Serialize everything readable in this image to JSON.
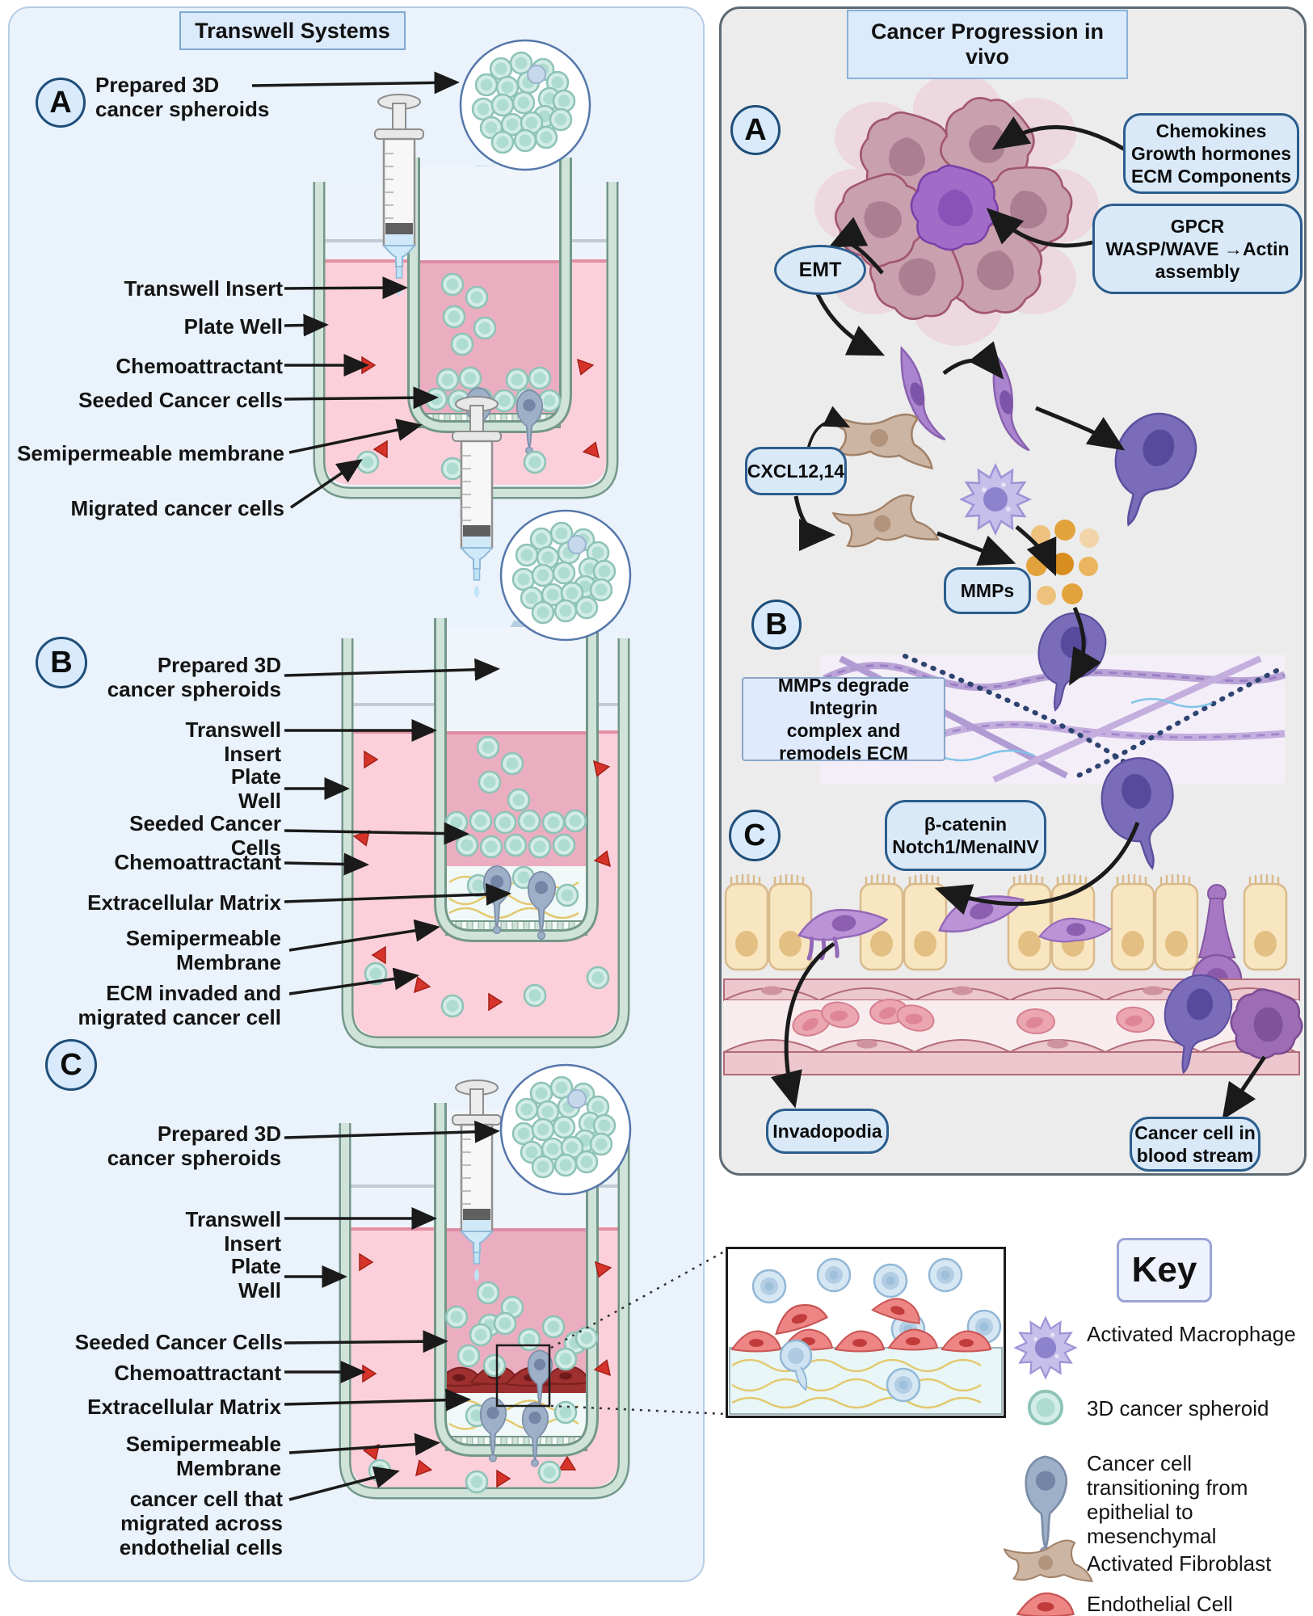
{
  "left_panel": {
    "title": "Transwell Systems",
    "badges": {
      "a": "A",
      "b": "B",
      "c": "C"
    },
    "a": {
      "spheroids1": "Prepared 3D",
      "spheroids2": "cancer spheroids",
      "insert": "Transwell Insert",
      "plate": "Plate Well",
      "chemo": "Chemoattractant",
      "seeded": "Seeded Cancer cells",
      "membrane": "Semipermeable membrane",
      "migrated": "Migrated cancer cells"
    },
    "b": {
      "spheroids1": "Prepared 3D",
      "spheroids2": "cancer spheroids",
      "insert1": "Transwell",
      "insert2": "Insert",
      "plate1": "Plate",
      "plate2": "Well",
      "seeded1": "Seeded Cancer",
      "seeded2": "Cells",
      "chemo": "Chemoattractant",
      "ecm": "Extracellular Matrix",
      "membrane1": "Semipermeable",
      "membrane2": "Membrane",
      "invaded1": "ECM invaded and",
      "invaded2": "migrated cancer cell"
    },
    "c": {
      "spheroids1": "Prepared 3D",
      "spheroids2": "cancer spheroids",
      "insert1": "Transwell",
      "insert2": "Insert",
      "plate1": "Plate",
      "plate2": "Well",
      "seeded": "Seeded Cancer Cells",
      "chemo": "Chemoattractant",
      "ecm": "Extracellular Matrix",
      "membrane1": "Semipermeable",
      "membrane2": "Membrane",
      "migrated1": "cancer cell that",
      "migrated2": "migrated across",
      "migrated3": "endothelial cells"
    }
  },
  "right_panel": {
    "title": "Cancer  Progression in vivo",
    "badges": {
      "a": "A",
      "b": "B",
      "c": "C"
    },
    "boxes": {
      "chemokines": [
        "Chemokines",
        "Growth hormones",
        "ECM Components"
      ],
      "gpcr": [
        "GPCR",
        "WASP/WAVE →Actin",
        "assembly"
      ],
      "emt": "EMT",
      "cxcl": "CXCL12,14",
      "mmps": "MMPs",
      "mmps_degrade": [
        "MMPs degrade Integrin",
        "complex and remodels ECM"
      ],
      "bcatenin": [
        "β-catenin",
        "Notch1/MenaINV"
      ],
      "invadopodia": "Invadopodia",
      "cancer_blood": [
        "Cancer cell in",
        "blood stream"
      ]
    }
  },
  "key": {
    "title": "Key",
    "items": [
      {
        "icon": "activated-macrophage-icon",
        "label": "Activated Macrophage"
      },
      {
        "icon": "3d-cancer-spheroid-icon",
        "label": "3D cancer spheroid"
      },
      {
        "icon": "emt-transition-cell-icon",
        "label": "Cancer cell transitioning from epithelial to mesenchymal"
      },
      {
        "icon": "activated-fibroblast-icon",
        "label": "Activated Fibroblast"
      },
      {
        "icon": "endothelial-cell-icon",
        "label": "Endothelial Cell"
      }
    ]
  },
  "colors": {
    "left_panel_bg": "#eaf2fb",
    "right_panel_bg": "#ececec",
    "label_box_bg": "#d9e9f8",
    "label_box_border": "#2b5d8d",
    "media_outer": "#fbd0da",
    "media_inner": "#eaaec0",
    "well_mint": "#c7ded3",
    "spheroid_teal": "#d2ece6",
    "chemoattractant_red": "#d6342a",
    "purple_cell": "#ab84cf",
    "dark_purple_cell": "#7a6cb8",
    "fibroblast_tan": "#cdb5a3",
    "macrophage_lavender": "#c6bfe9",
    "mmp_orange": "#e3a33c",
    "epithelium_tan": "#f8e6c0",
    "vessel_pink": "#ecc7cd",
    "rbc_pink": "#eba6b2"
  }
}
